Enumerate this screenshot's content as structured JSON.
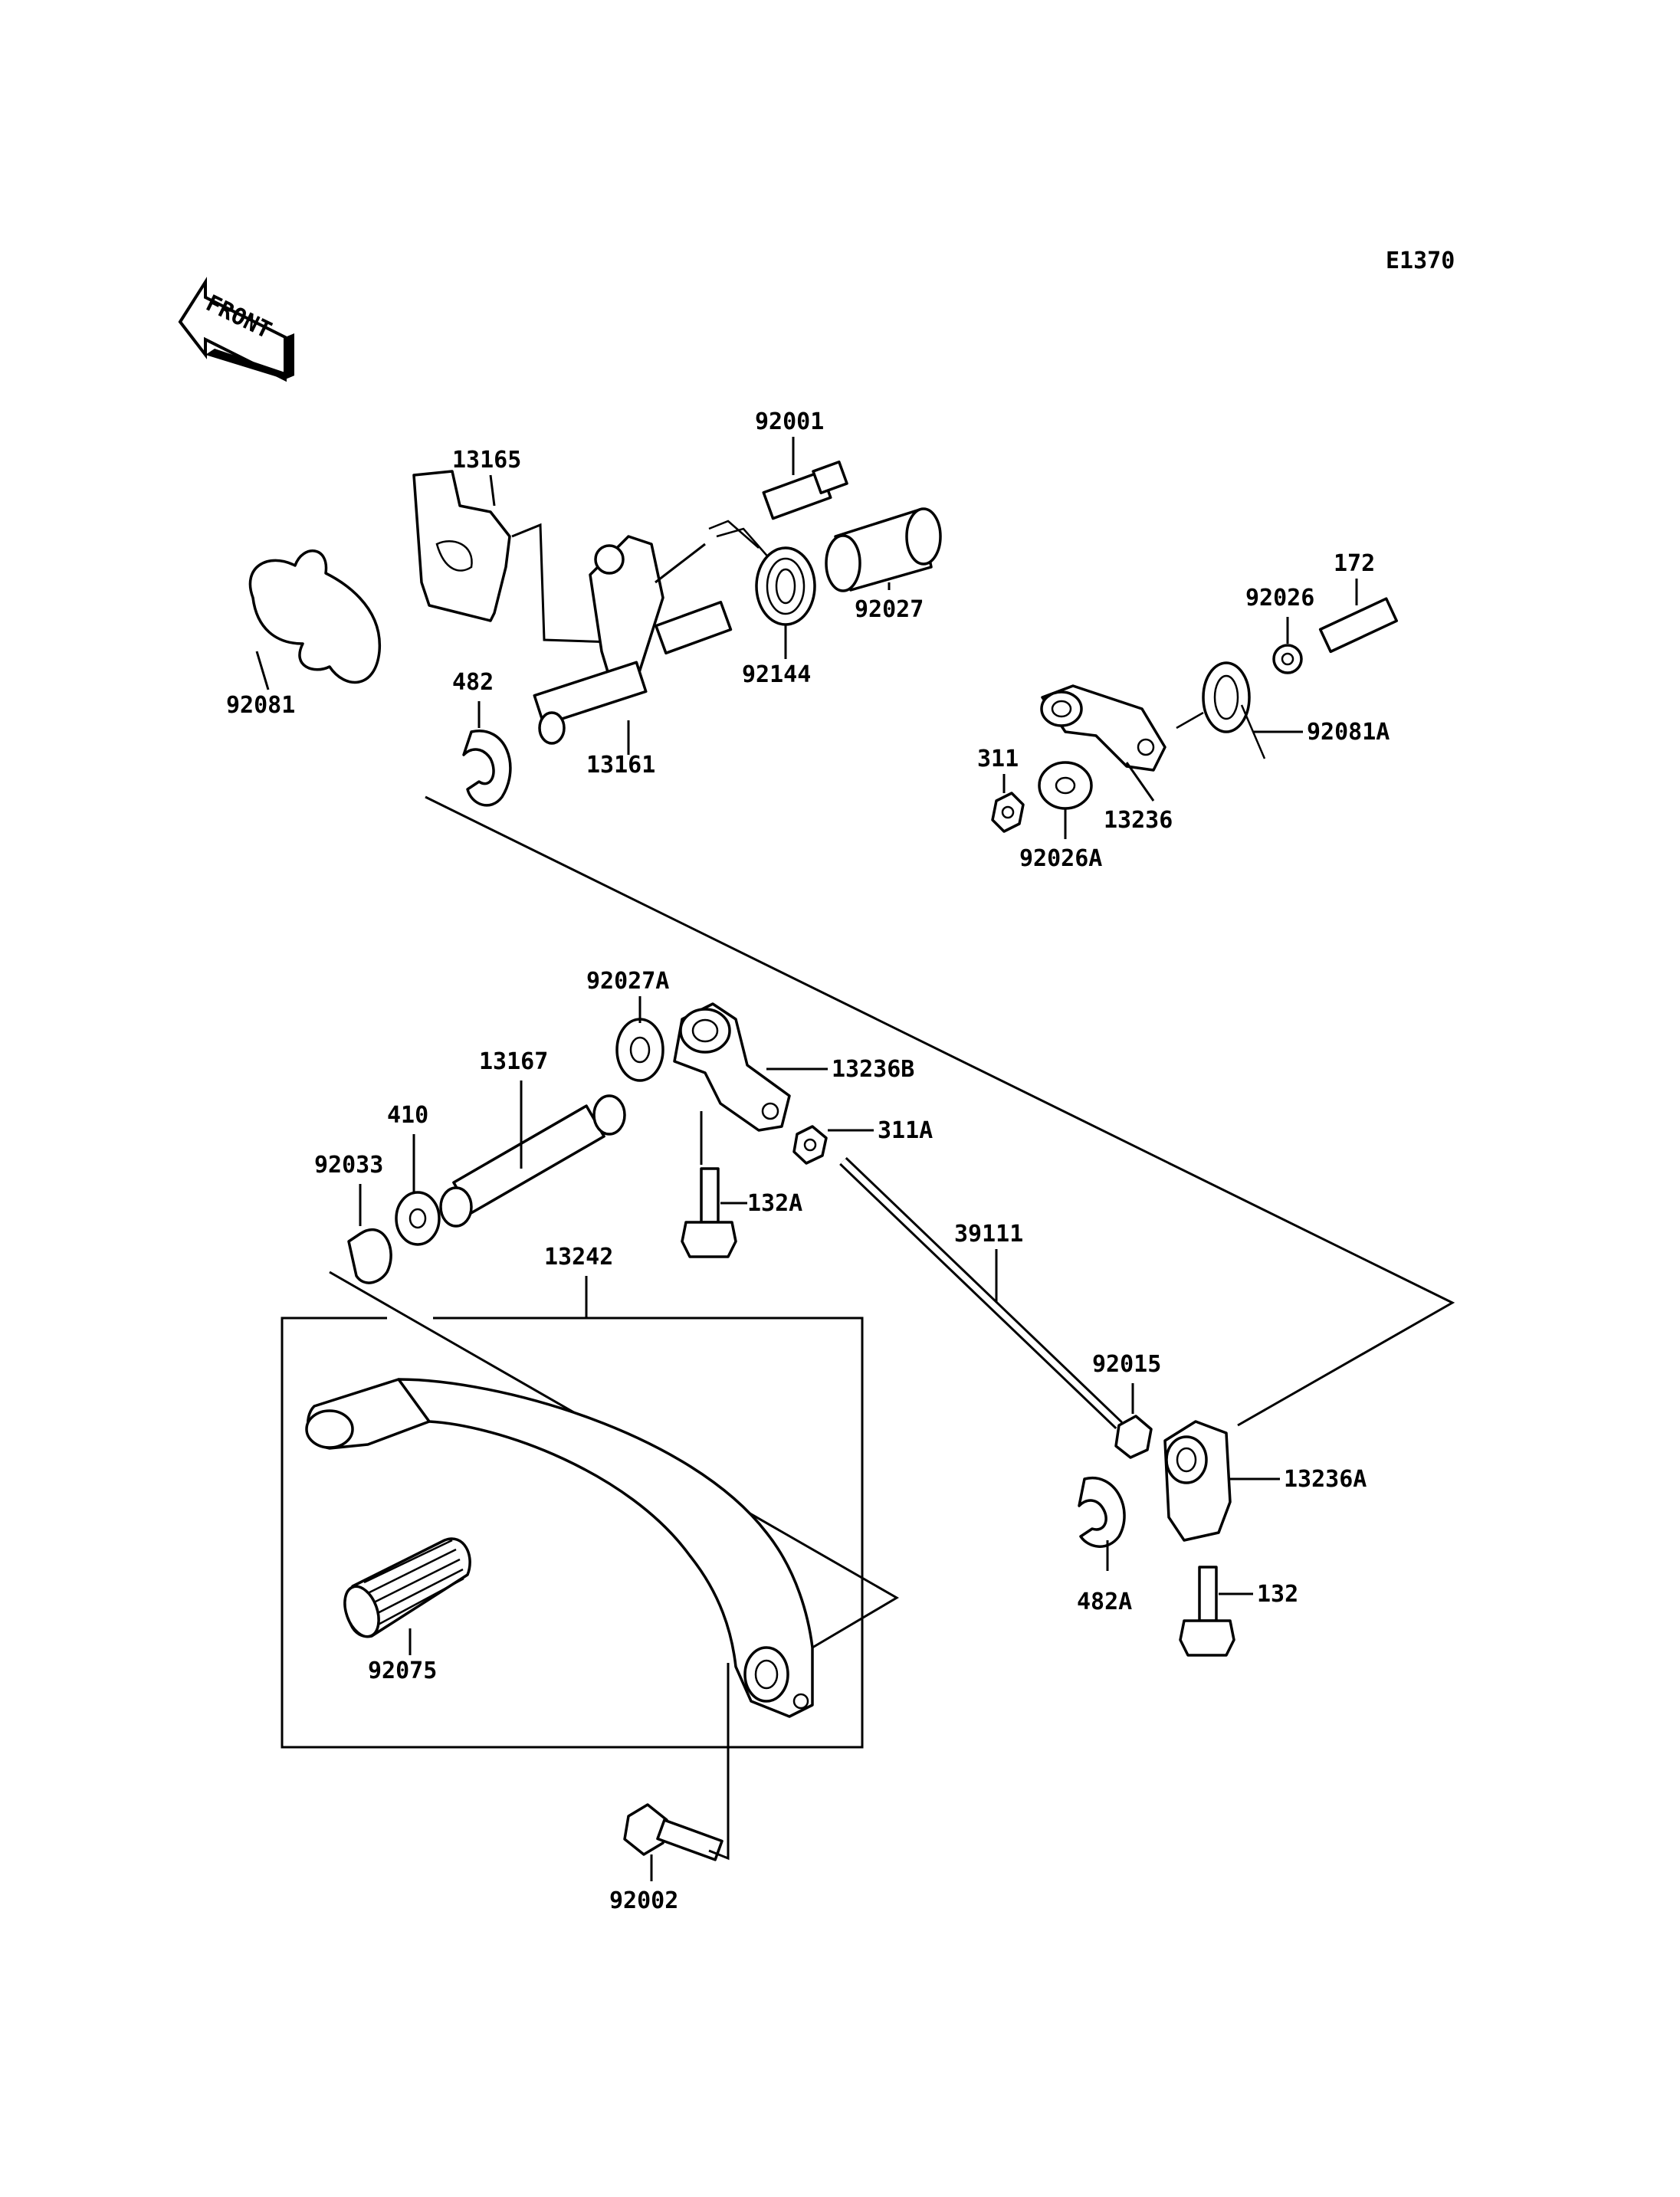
{
  "diagram_code": "E1370",
  "front_label": "FRONT",
  "parts": {
    "p13165": "13165",
    "p92001": "92001",
    "p92027": "92027",
    "p92144": "92144",
    "p92081": "92081",
    "p482": "482",
    "p13161": "13161",
    "p172": "172",
    "p92026": "92026",
    "p92081A": "92081A",
    "p311": "311",
    "p13236": "13236",
    "p92026A": "92026A",
    "p92027A": "92027A",
    "p13236B": "13236B",
    "p13167": "13167",
    "p410": "410",
    "p311A": "311A",
    "p92033": "92033",
    "p132A": "132A",
    "p39111": "39111",
    "p13242": "13242",
    "p92015": "92015",
    "p13236A": "13236A",
    "p482A": "482A",
    "p132": "132",
    "p92075": "92075",
    "p92002": "92002"
  }
}
